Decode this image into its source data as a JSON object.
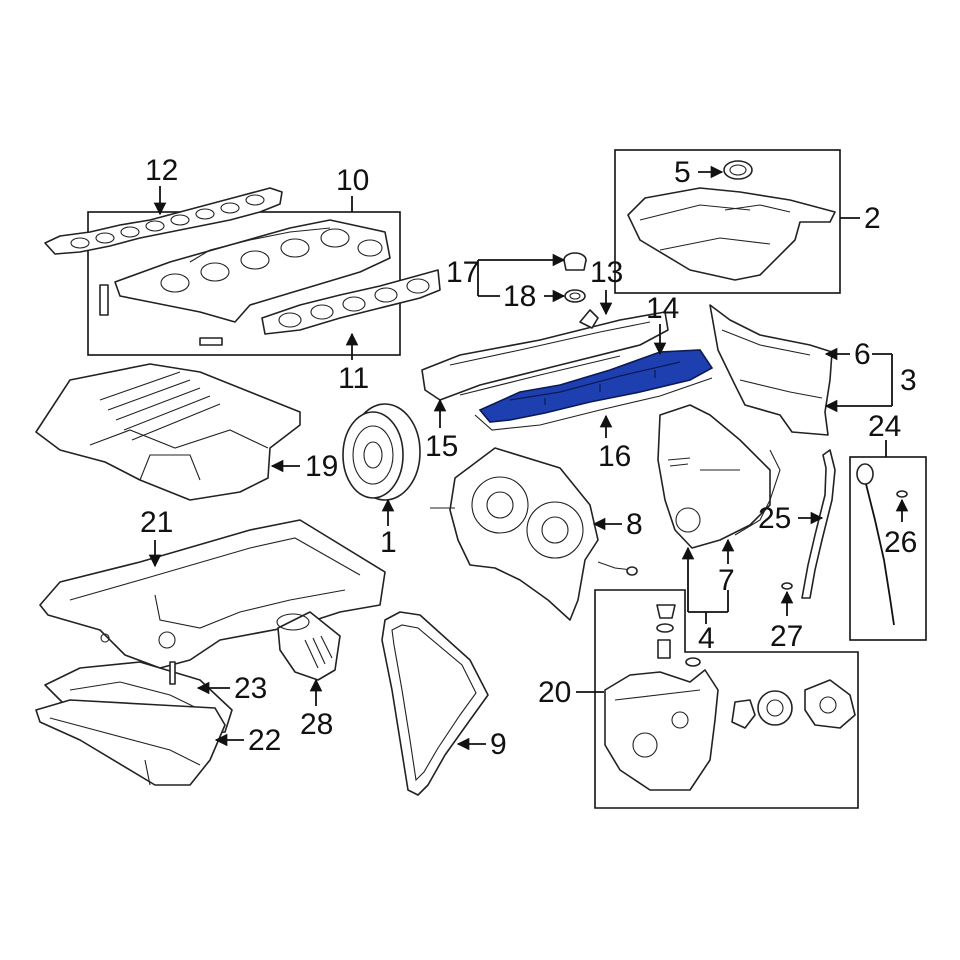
{
  "callouts": [
    "1",
    "2",
    "3",
    "4",
    "5",
    "6",
    "7",
    "8",
    "9",
    "10",
    "11",
    "12",
    "13",
    "14",
    "15",
    "16",
    "17",
    "18",
    "19",
    "20",
    "21",
    "22",
    "23",
    "24",
    "25",
    "26",
    "27",
    "28"
  ],
  "colors": {
    "highlight": "#1e3fb0",
    "line": "#111111",
    "background": "#ffffff"
  },
  "highlighted_part": "14"
}
